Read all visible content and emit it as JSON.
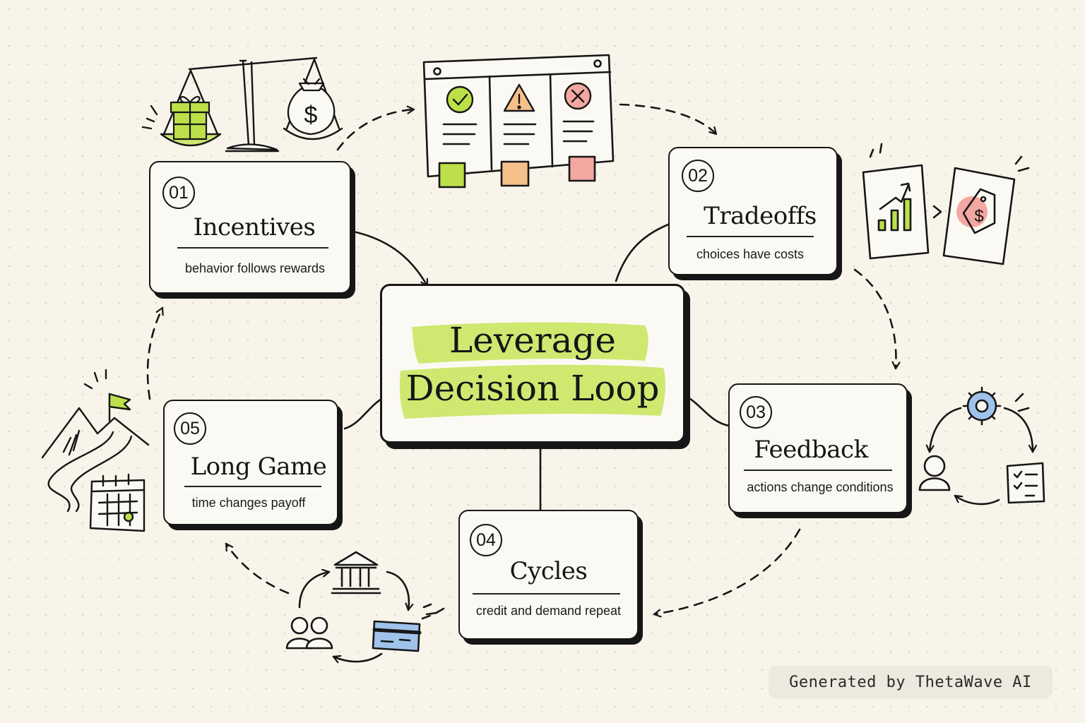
{
  "center": {
    "line1": "Leverage",
    "line2": "Decision Loop"
  },
  "nodes": [
    {
      "number": "01",
      "title": "Incentives",
      "subtitle": "behavior follows rewards"
    },
    {
      "number": "02",
      "title": "Tradeoffs",
      "subtitle": "choices have costs"
    },
    {
      "number": "03",
      "title": "Feedback",
      "subtitle": "actions change conditions"
    },
    {
      "number": "04",
      "title": "Cycles",
      "subtitle": "credit and demand repeat"
    },
    {
      "number": "05",
      "title": "Long Game",
      "subtitle": "time changes payoff"
    }
  ],
  "icons": {
    "incentives": [
      "scale-icon",
      "gift-icon",
      "money-bag-icon"
    ],
    "board": [
      "board-icon",
      "check-icon",
      "warning-icon",
      "x-icon"
    ],
    "tradeoffs": [
      "growth-chart-icon",
      "price-tag-icon"
    ],
    "feedback": [
      "gear-icon",
      "person-icon",
      "checklist-icon"
    ],
    "cycles": [
      "bank-icon",
      "users-icon",
      "credit-card-icon"
    ],
    "long_game": [
      "mountain-icon",
      "flag-icon",
      "calendar-icon"
    ]
  },
  "colors": {
    "highlight": "#cfe870",
    "green": "#bde04a",
    "orange": "#f6c08a",
    "pink": "#f3a7a0",
    "blue": "#9fc3ea",
    "ink": "#161616",
    "paper": "#f8f4ea"
  },
  "footer": {
    "credit": "Generated by ThetaWave AI"
  }
}
